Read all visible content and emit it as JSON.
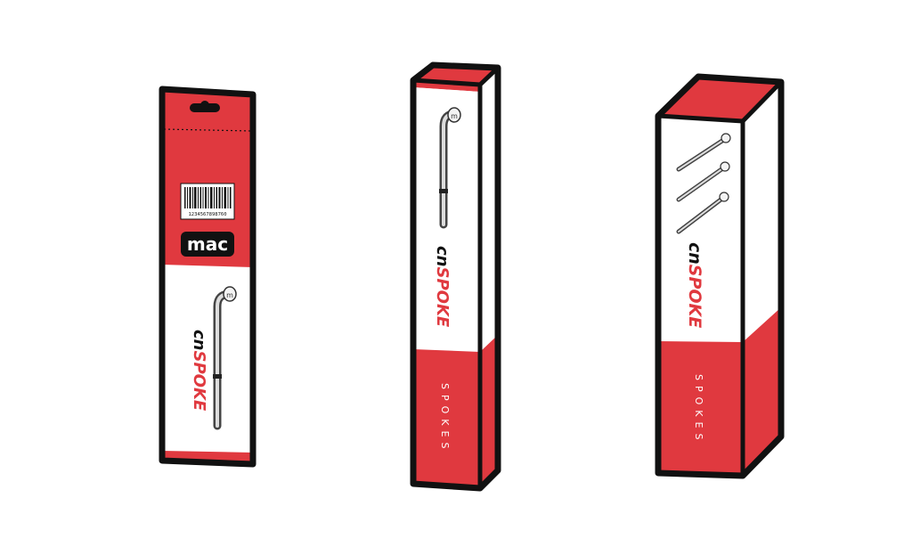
{
  "colors": {
    "accent": "#e0393f",
    "outline": "#111111",
    "panel": "#ffffff",
    "steel": "#8a8a8a"
  },
  "packages": {
    "hanger": {
      "barcode_number": "1234567898760",
      "logo_text": "mac",
      "brand_prefix": "cn",
      "brand_name": "SPOKE"
    },
    "tall_box": {
      "brand_prefix": "cn",
      "brand_name": "SPOKE",
      "label": "SPOKES"
    },
    "wide_box": {
      "brand_prefix": "cn",
      "brand_name": "SPOKE",
      "label": "SPOKES"
    }
  }
}
